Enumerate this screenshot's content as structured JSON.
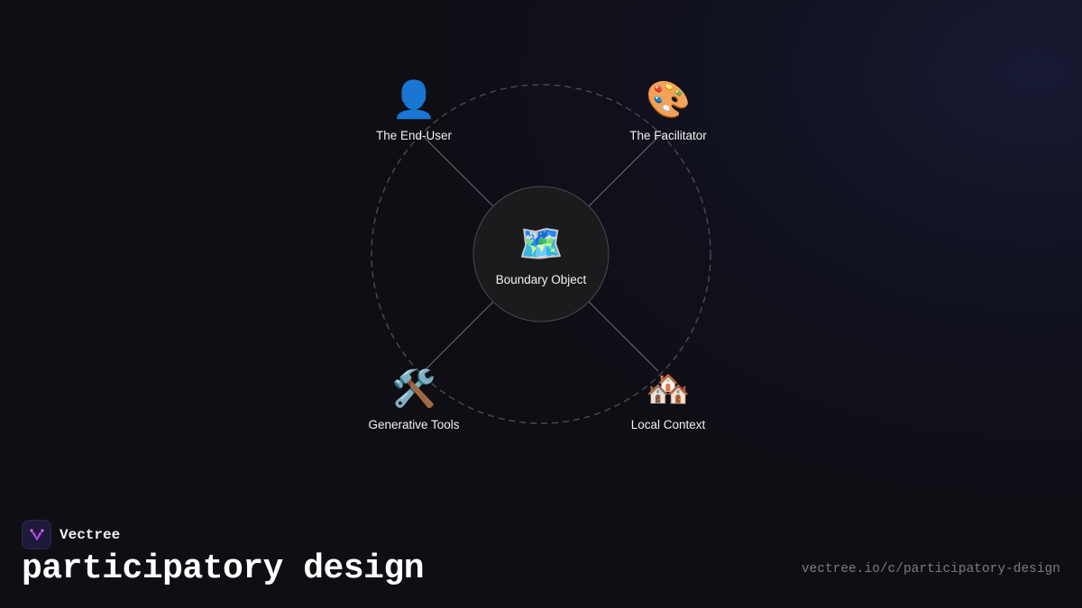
{
  "diagram": {
    "center": {
      "label": "Boundary Object",
      "icon": "🗺️",
      "icon_name": "world-map-icon"
    },
    "nodes": [
      {
        "label": "The End-User",
        "icon": "👤",
        "icon_name": "user-icon"
      },
      {
        "label": "The Facilitator",
        "icon": "🎨",
        "icon_name": "palette-icon"
      },
      {
        "label": "Generative Tools",
        "icon": "🛠️",
        "icon_name": "tools-icon"
      },
      {
        "label": "Local Context",
        "icon": "🏘️",
        "icon_name": "houses-icon"
      }
    ]
  },
  "brand": {
    "name": "Vectree",
    "logo_icon": "vectree-logo-icon"
  },
  "title": "participatory design",
  "url": "vectree.io/c/participatory-design",
  "colors": {
    "background": "#0e0e14",
    "accent": "#b14be0",
    "center_fill": "#1b1b1e"
  }
}
